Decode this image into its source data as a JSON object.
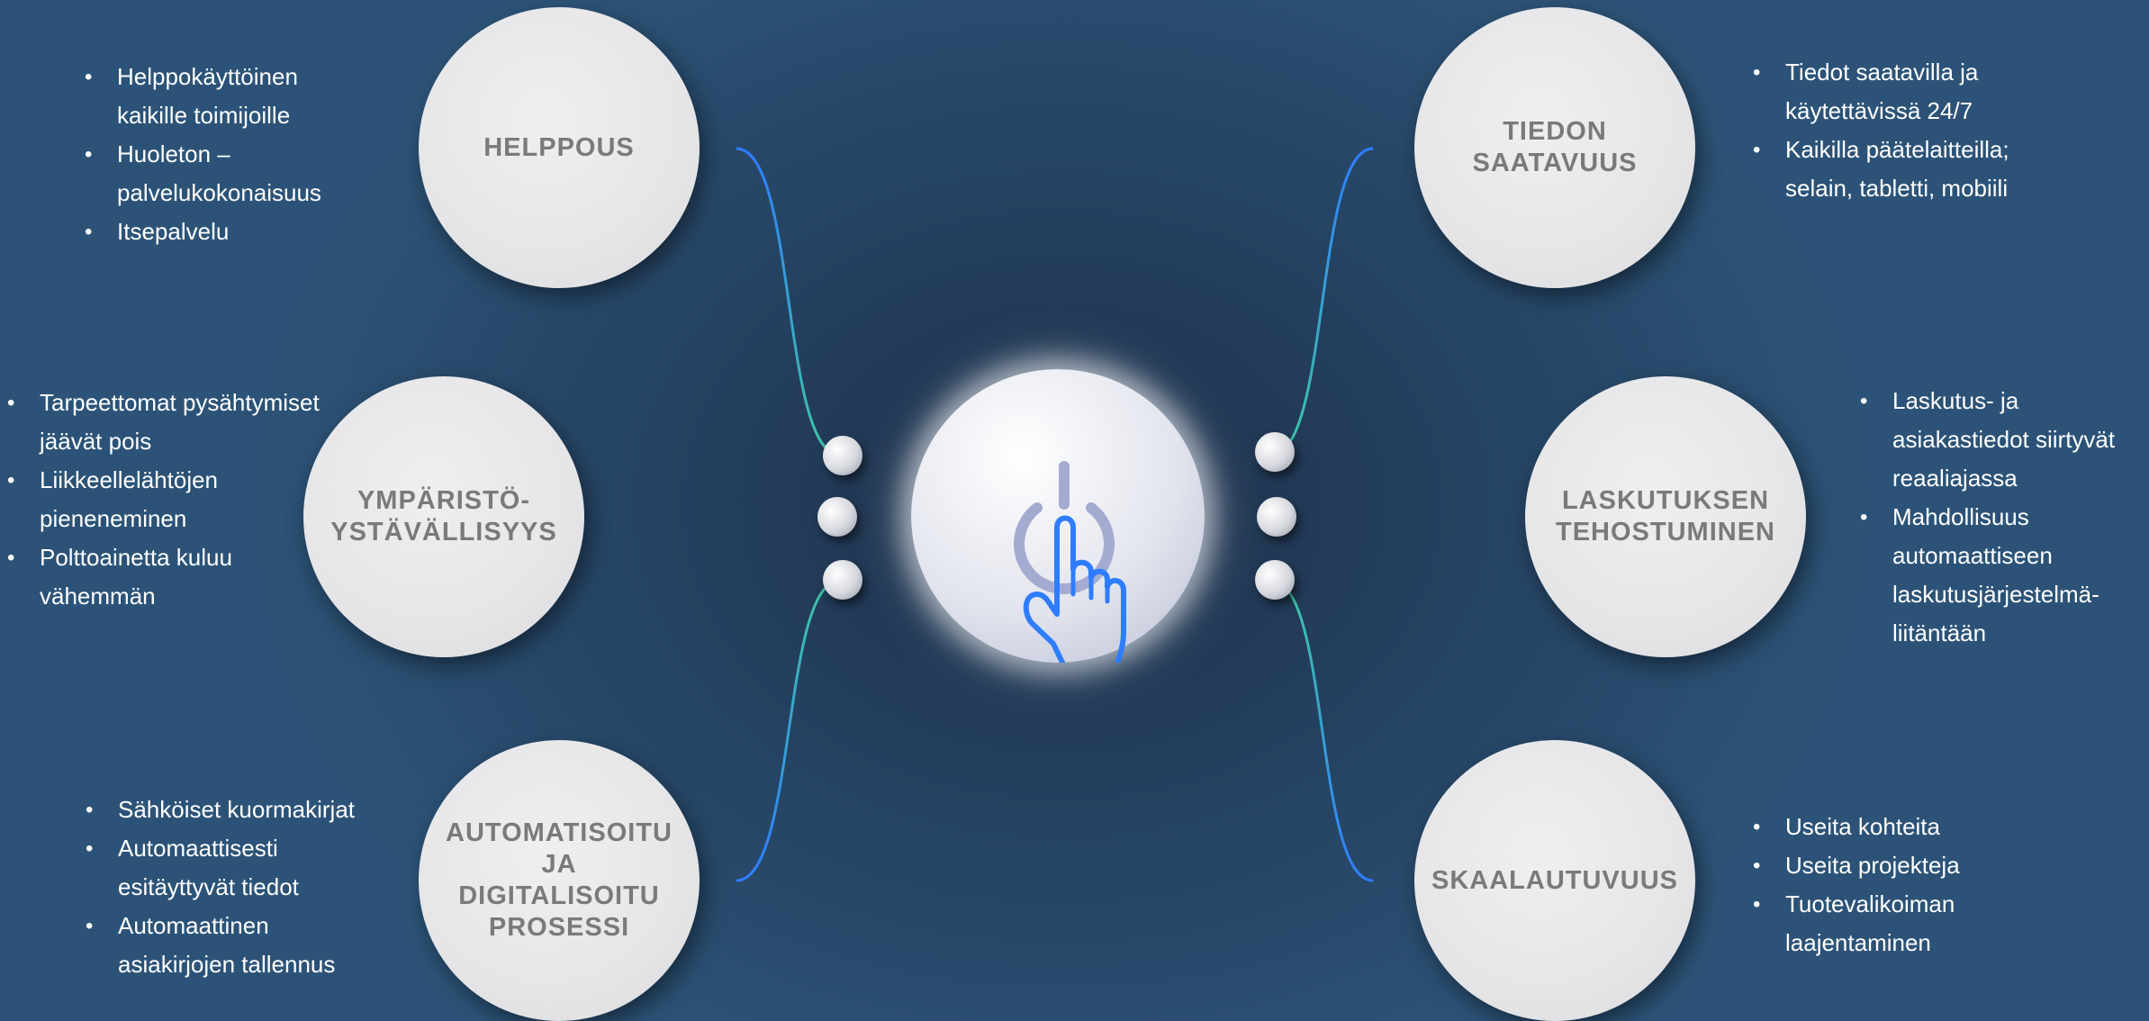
{
  "center": {
    "icon": "power-touch-icon"
  },
  "colors": {
    "line_green": "#3ec5a5",
    "line_blue": "#2f7dff",
    "circle_text": "#7a7a7c"
  },
  "nodes": [
    {
      "id": "helppous",
      "title": "HELPPOUS",
      "bullets": [
        "Helppokäyttöinen\nkaikille toimijoille",
        "Huoleton –\npalvelukokonaisuus",
        "Itsepalvelu"
      ]
    },
    {
      "id": "ymparisto",
      "title": "YMPÄRISTÖ-\nYSTÄVÄLLISYYS",
      "bullets": [
        "Tarpeettomat pysähtymiset\njäävät pois",
        "Liikkeellelähtöjen\npieneneminen",
        "Polttoainetta kuluu\nvähemmän"
      ]
    },
    {
      "id": "automatisoitu",
      "title": "AUTOMATISOITU\nJA\nDIGITALISOITU\nPROSESSI",
      "bullets": [
        "Sähköiset kuormakirjat",
        "Automaattisesti\nesitäyttyvät tiedot",
        "Automaattinen\nasiakirjojen tallennus"
      ]
    },
    {
      "id": "tiedon",
      "title": "TIEDON\nSAATAVUUS",
      "bullets": [
        "Tiedot saatavilla ja\nkäytettävissä 24/7",
        "Kaikilla päätelaitteilla;\nselain, tabletti, mobiili"
      ]
    },
    {
      "id": "laskutus",
      "title": "LASKUTUKSEN\nTEHOSTUMINEN",
      "bullets": [
        "Laskutus- ja\nasiakastiedot siirtyvät\nreaaliajassa",
        "Mahdollisuus\nautomaattiseen\nlaskutusjärjestelmä-\nliitäntään"
      ]
    },
    {
      "id": "skaalautuvuus",
      "title": "SKAALAUTUVUUS",
      "bullets": [
        "Useita kohteita",
        "Useita projekteja",
        "Tuotevalikoiman\nlaajentaminen"
      ]
    }
  ]
}
